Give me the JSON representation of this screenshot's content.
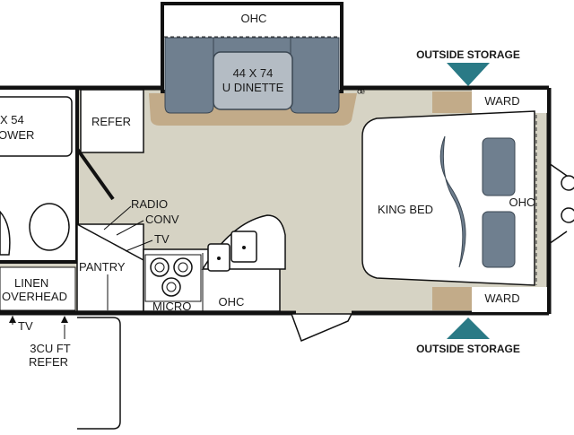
{
  "labels": {
    "ohc_top": "OHC",
    "dinette_size": "44 X 74",
    "dinette_name": "U DINETTE",
    "outside_storage_top": "OUTSIDE STORAGE",
    "outside_storage_bottom": "OUTSIDE STORAGE",
    "ward_top": "WARD",
    "ward_bottom": "WARD",
    "shower_size": "X 54",
    "shower_name": "OWER",
    "refer": "REFER",
    "radio": "RADIO",
    "conv": "CONV",
    "tv_kitchen": "TV",
    "pantry": "PANTRY",
    "linen": "LINEN",
    "overhead": "OVERHEAD",
    "micro": "MICRO",
    "ohc_kitchen": "OHC",
    "king_bed": "KING BED",
    "ohc_bedroom": "OHC",
    "tv_outside": "TV",
    "outside_refer_size": "3CU FT",
    "outside_refer": "REFER"
  },
  "colors": {
    "floor": "#d6d3c4",
    "wall": "#111111",
    "cushion": "#6f7f8f",
    "cushion_light": "#b4bcc4",
    "wood": "#c2ab89",
    "storage_arrow": "#2a7a86",
    "bed": "#ffffff"
  }
}
